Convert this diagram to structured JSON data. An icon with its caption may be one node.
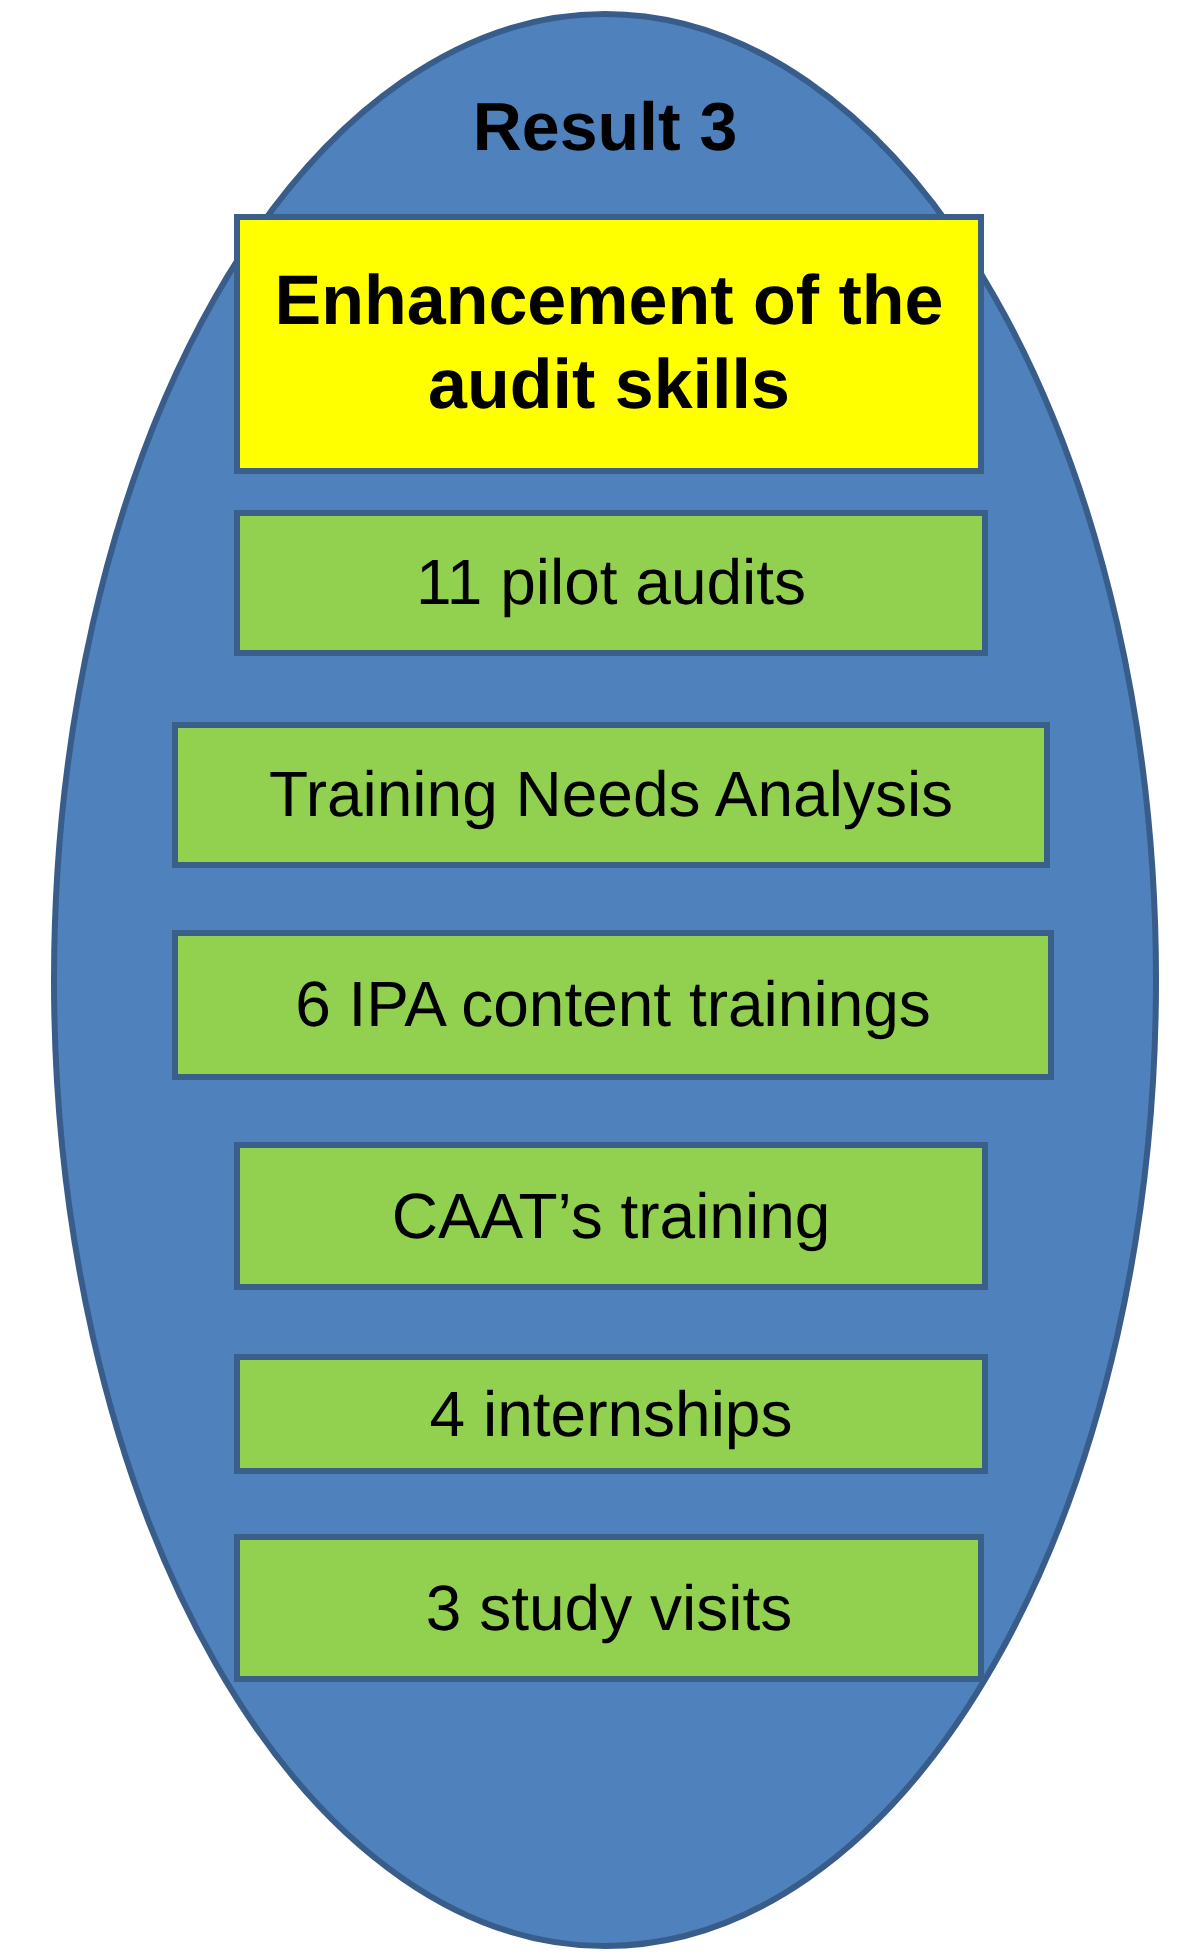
{
  "diagram": {
    "nodes": [
      {
        "text": [
          "Result 3"
        ]
      },
      {
        "text": [
          "Enhancement of the audit skills"
        ],
        "in": 0
      },
      {
        "text": [
          "11 pilot audits"
        ],
        "in": 0
      },
      {
        "text": [
          "Training Needs Analysis"
        ],
        "in": 0
      },
      {
        "text": [
          "6 IPA content trainings"
        ],
        "in": 0
      },
      {
        "text": [
          "CAAT’s training"
        ],
        "in": 0
      },
      {
        "text": [
          "4 internships"
        ],
        "in": 0
      },
      {
        "text": [
          "3 study visits"
        ],
        "in": 0
      }
    ]
  }
}
